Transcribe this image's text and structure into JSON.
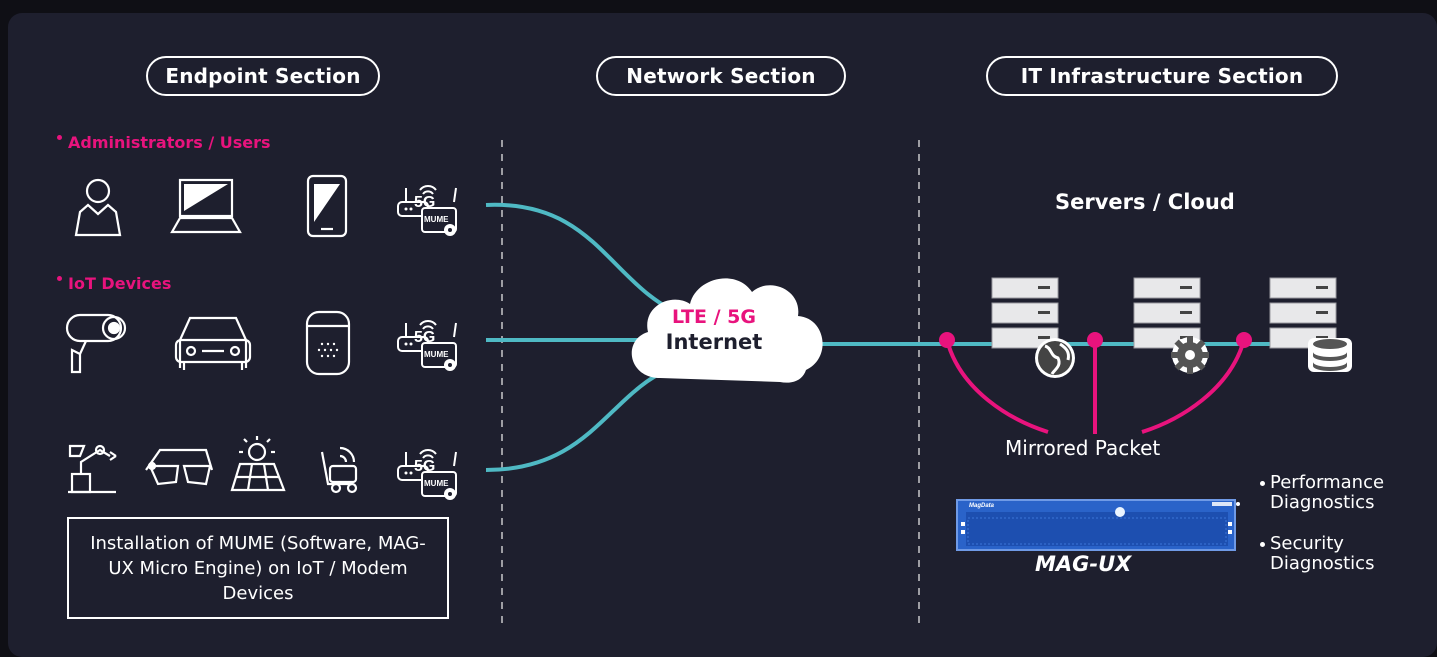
{
  "sections": {
    "endpoint": "Endpoint Section",
    "network": "Network Section",
    "infra": "IT Infrastructure Section"
  },
  "groups": {
    "admins": "Administrators / Users",
    "iot": "IoT Devices"
  },
  "device_badge": {
    "band": "5G",
    "module": "MUME"
  },
  "install_note": "Installation of MUME (Software, MAG-UX Micro Engine) on IoT / Modem Devices",
  "cloud": {
    "line1": "LTE / 5G",
    "line2": "Internet"
  },
  "servers_title": "Servers / Cloud",
  "mirrored": "Mirrored Packet",
  "appliance": {
    "brand": "MagData",
    "name": "MAG-UX"
  },
  "diagnostics": [
    "Performance Diagnostics",
    "Security Diagnostics"
  ],
  "colors": {
    "background": "#1e1f2e",
    "accent_pink": "#e8137d",
    "link_teal": "#4fb9c4",
    "appliance_blue": "#2a63c9"
  },
  "icons": [
    "user-icon",
    "laptop-icon",
    "smartphone-icon",
    "5g-router-icon",
    "cctv-camera-icon",
    "car-icon",
    "smart-speaker-icon",
    "robot-arm-icon",
    "smart-glasses-icon",
    "solar-panel-icon",
    "delivery-robot-icon",
    "server-icon",
    "globe-icon",
    "gear-icon",
    "database-icon"
  ]
}
